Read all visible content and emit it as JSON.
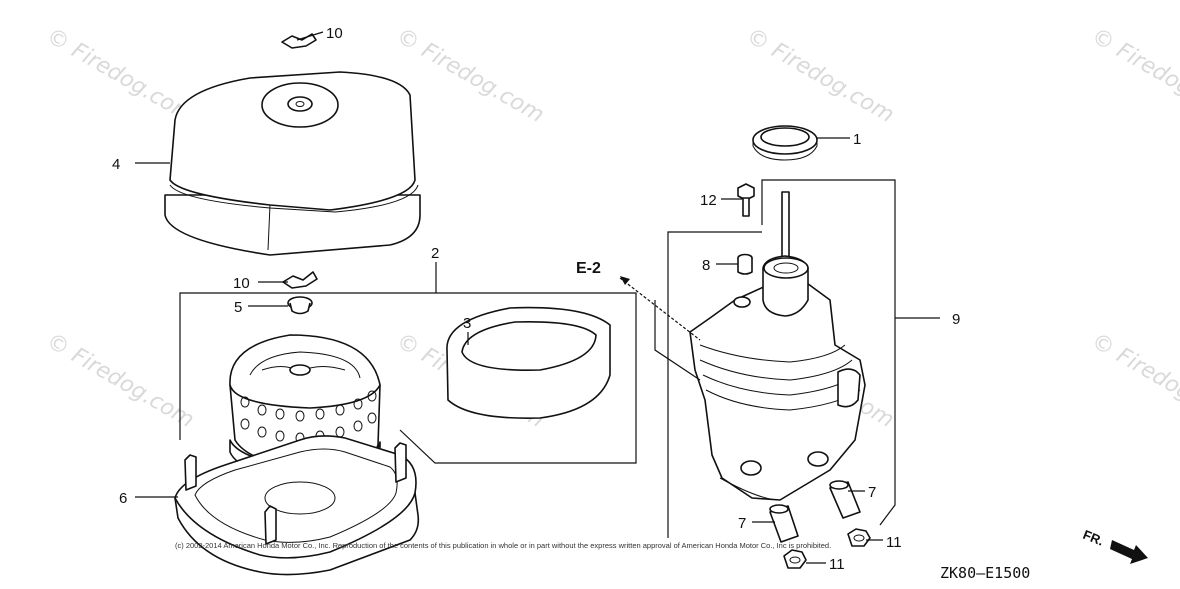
{
  "watermark_text": "© Firedog.com",
  "callouts": {
    "c1": "1",
    "c2": "2",
    "c3": "3",
    "c4": "4",
    "c5": "5",
    "c6": "6",
    "c7a": "7",
    "c7b": "7",
    "c8": "8",
    "c9": "9",
    "c10a": "10",
    "c10b": "10",
    "c11a": "11",
    "c11b": "11",
    "c12": "12"
  },
  "reference": "E-2",
  "copyright": "(c) 2002-2014 American Honda Motor Co., Inc. Reproduction of the contents of this publication in whole or in part without the express written approval of American Honda Motor Co., Inc is prohibited.",
  "diagram_code": "ZK80—E1500",
  "direction_label": "FR."
}
